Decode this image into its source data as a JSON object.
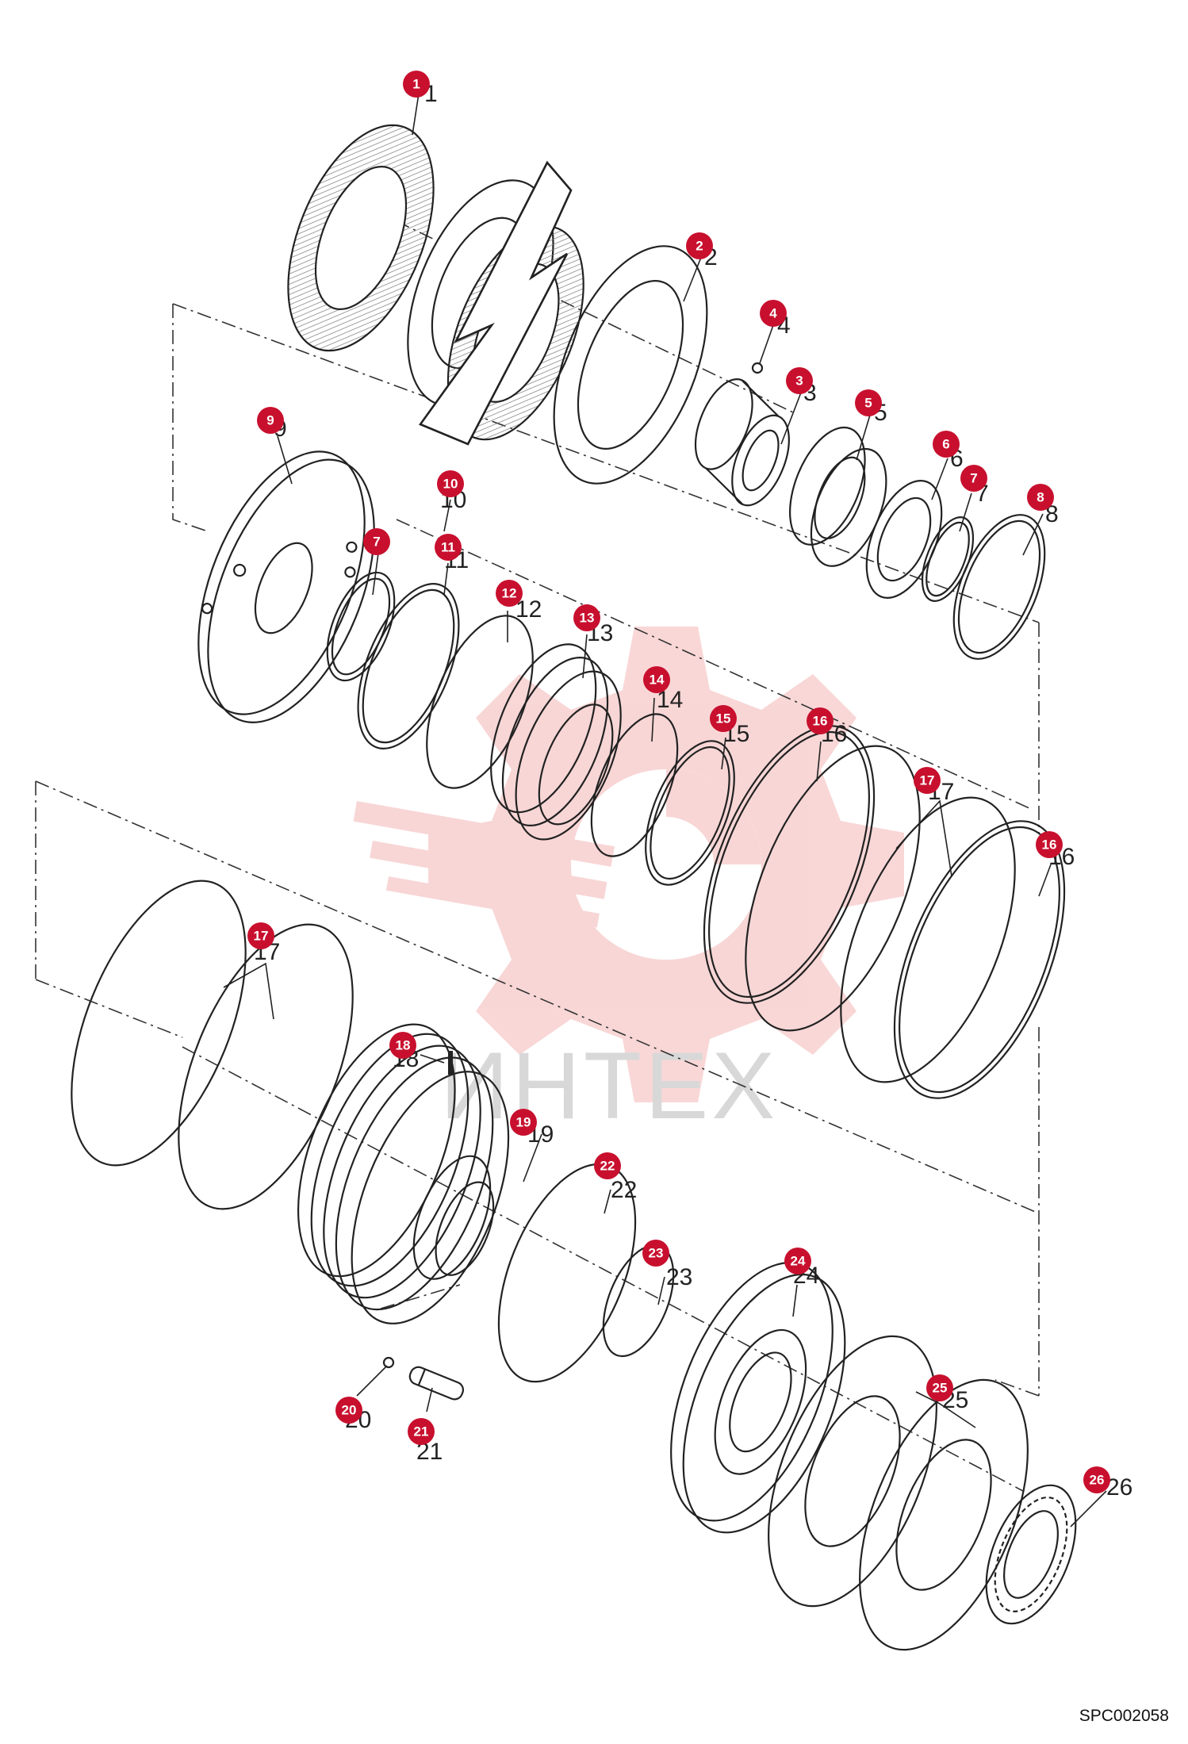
{
  "watermark": {
    "text": "ИНТЕХ",
    "color": "#f4b6b6"
  },
  "drawing_code": "SPC002058",
  "callout_color": "#c8102e",
  "callouts": [
    "1",
    "2",
    "3",
    "4",
    "5",
    "6",
    "7",
    "8",
    "9",
    "10",
    "7",
    "11",
    "12",
    "13",
    "14",
    "15",
    "16",
    "17",
    "16",
    "17",
    "18",
    "19",
    "22",
    "23",
    "24",
    "25",
    "26",
    "20",
    "21"
  ],
  "labels": [
    "1",
    "2",
    "3",
    "4",
    "5",
    "6",
    "7",
    "8",
    "9",
    "10",
    "11",
    "12",
    "13",
    "14",
    "15",
    "16",
    "17",
    "16",
    "17",
    "18",
    "19",
    "22",
    "23",
    "24",
    "25",
    "26",
    "20",
    "21"
  ]
}
